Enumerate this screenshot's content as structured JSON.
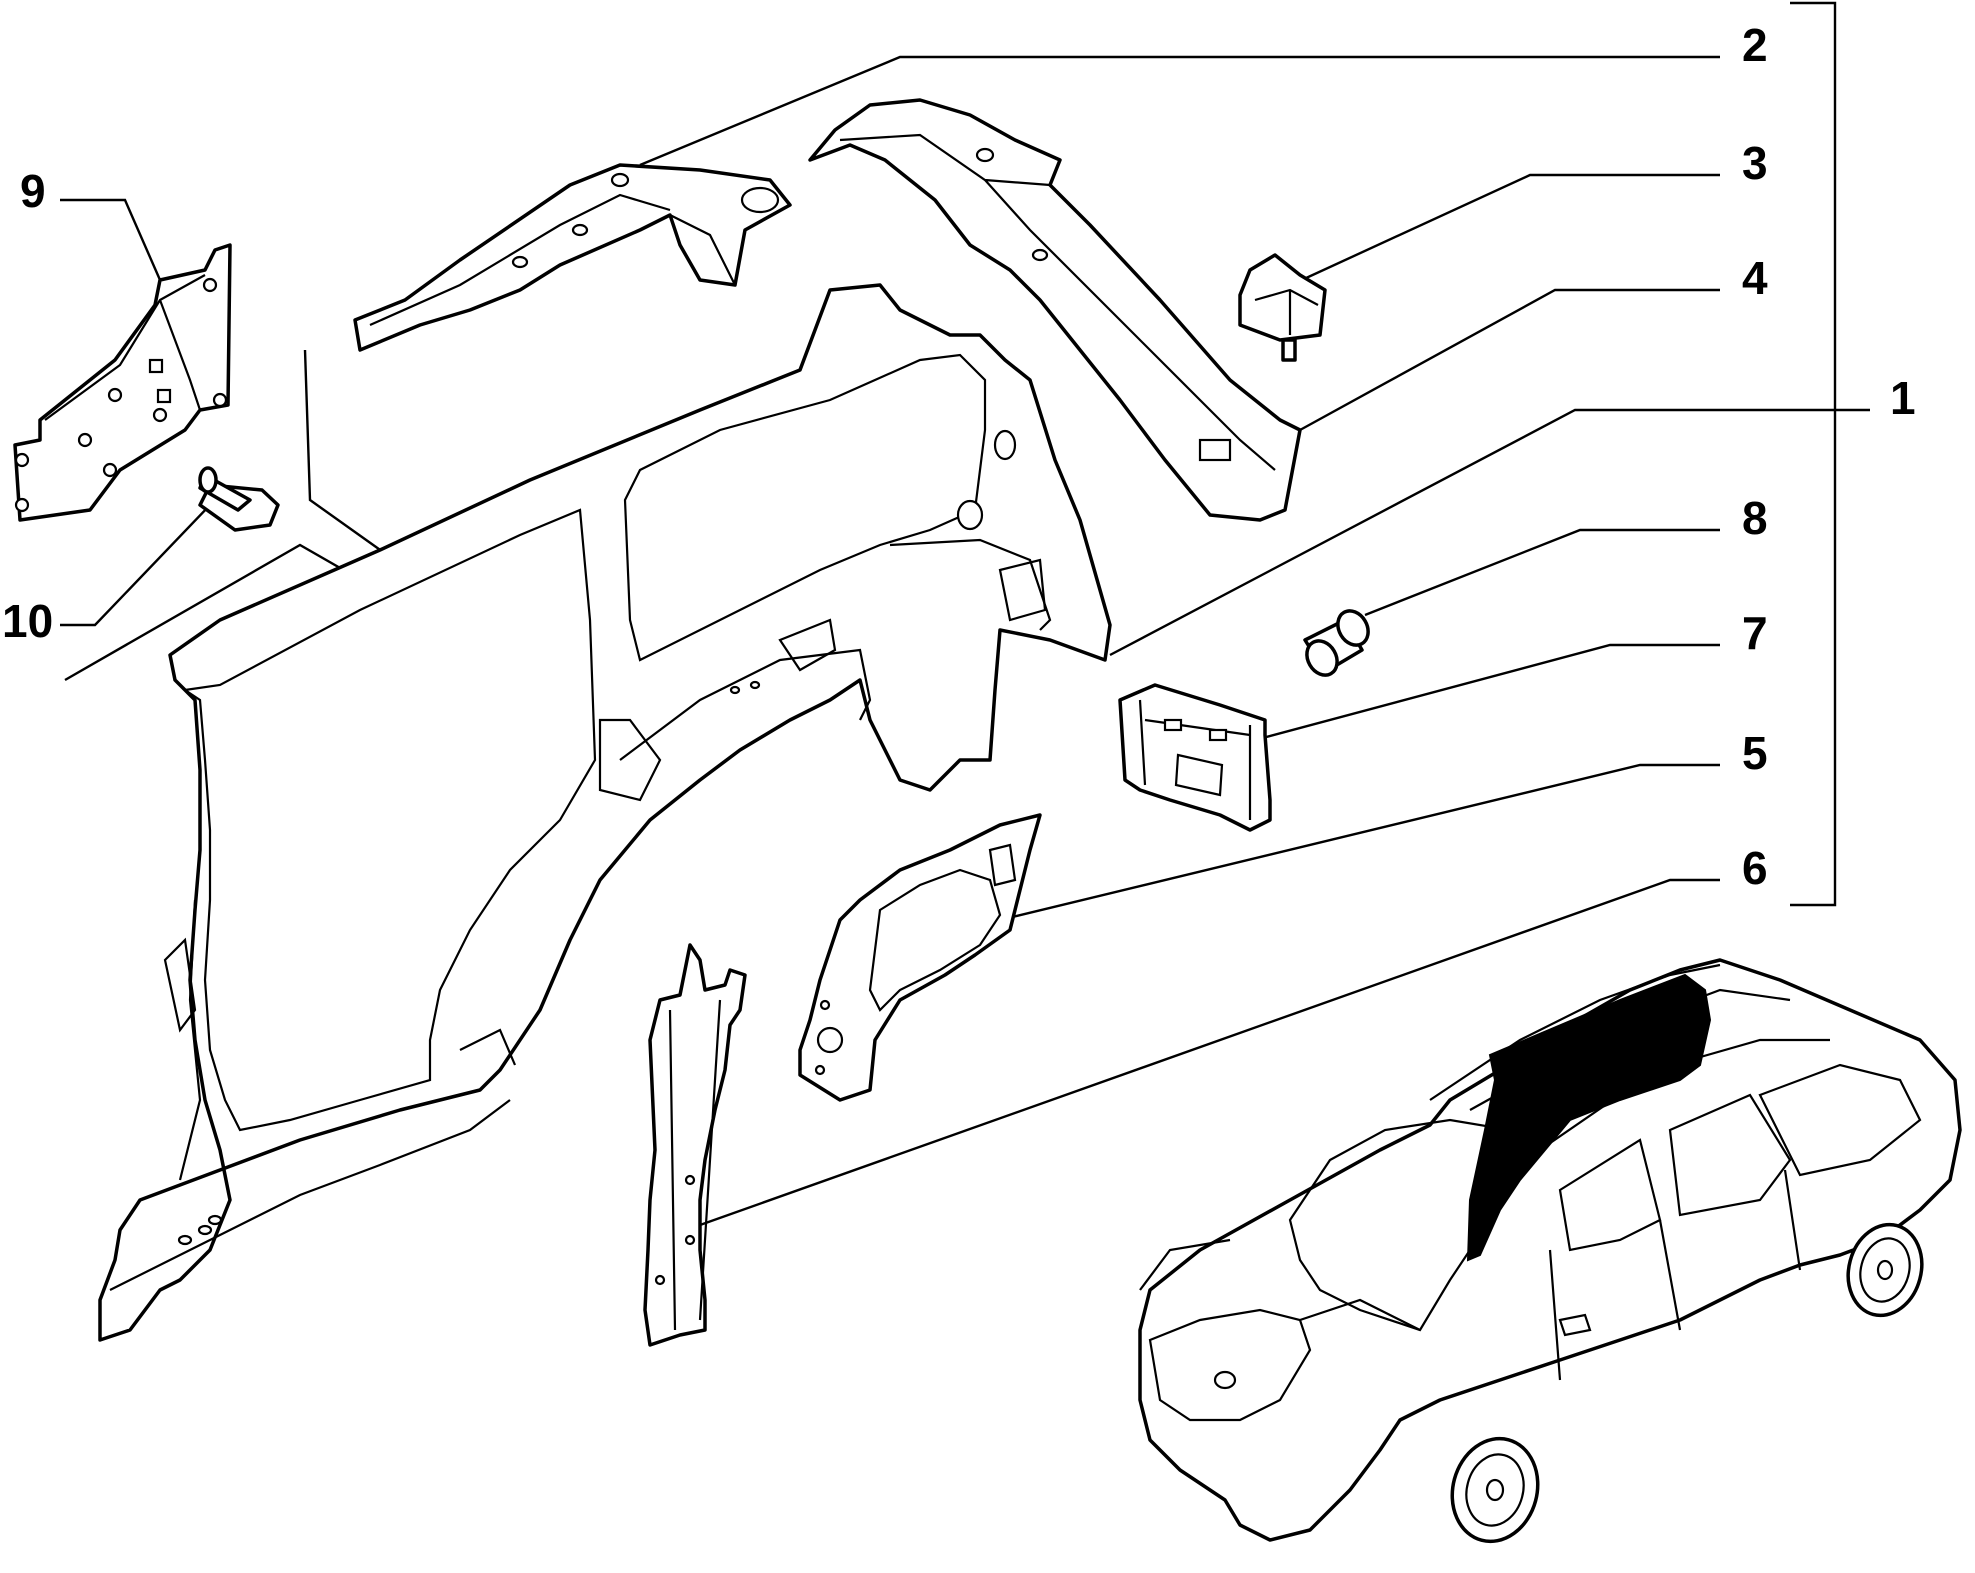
{
  "diagram": {
    "callouts": [
      {
        "id": "c2",
        "label": "2"
      },
      {
        "id": "c3",
        "label": "3"
      },
      {
        "id": "c4",
        "label": "4"
      },
      {
        "id": "c1",
        "label": "1"
      },
      {
        "id": "c8",
        "label": "8"
      },
      {
        "id": "c7",
        "label": "7"
      },
      {
        "id": "c5",
        "label": "5"
      },
      {
        "id": "c6",
        "label": "6"
      },
      {
        "id": "c9",
        "label": "9"
      },
      {
        "id": "c10",
        "label": "10"
      }
    ]
  }
}
